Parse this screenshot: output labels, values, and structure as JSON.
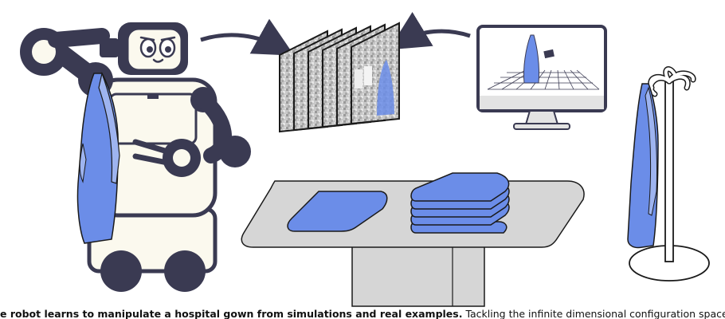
{
  "caption": {
    "bold": "e robot learns to manipulate a hospital gown from simulations and real examples.",
    "rest": " Tackling the infinite dimensional configuration space of cl"
  },
  "colors": {
    "navy": "#3a3a52",
    "cream": "#fbf9ee",
    "gown_blue": "#6b8de8",
    "gown_light": "#9eb4f0",
    "table_gray": "#d6d6d6",
    "line": "#1a1a1a"
  },
  "icons": [
    "robot",
    "hospital-gown",
    "image-stack",
    "computer-monitor",
    "coat-rack",
    "table",
    "folded-gown",
    "gown-stack",
    "curved-arrow"
  ]
}
